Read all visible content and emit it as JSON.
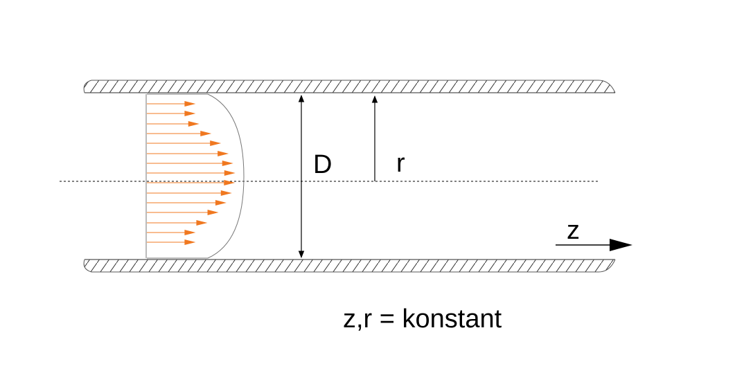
{
  "labels": {
    "diameter": "D",
    "radius": "r",
    "axis": "z",
    "caption": "z,r = konstant"
  },
  "colors": {
    "wall": "#555555",
    "hatch": "#333333",
    "profile_arrow": "#f07820",
    "profile_curve": "#777777",
    "dimension": "#000000",
    "background": "#ffffff"
  },
  "icons": {
    "profile_arrows": "orange-arrow-icon",
    "dimension_arrows": "double-arrow-icon",
    "axis_arrow": "right-arrow-icon"
  }
}
